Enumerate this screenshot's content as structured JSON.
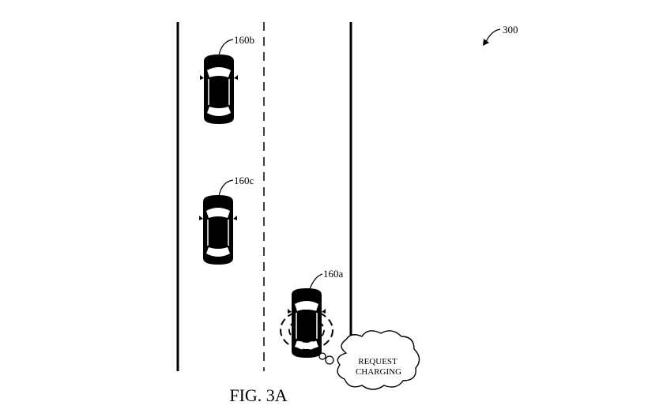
{
  "figure": {
    "ref_number": "300",
    "caption": "FIG. 3A"
  },
  "vehicles": [
    {
      "id": "160b",
      "label": "160b"
    },
    {
      "id": "160c",
      "label": "160c"
    },
    {
      "id": "160a",
      "label": "160a"
    }
  ],
  "thought_bubble": {
    "line1": "REQUEST",
    "line2": "CHARGING"
  },
  "colors": {
    "ink": "#000000",
    "paper": "#ffffff"
  }
}
